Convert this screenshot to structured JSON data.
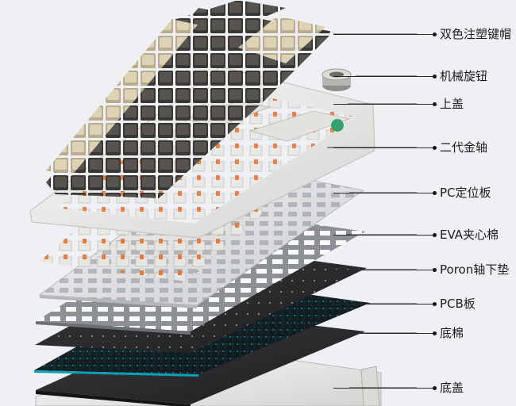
{
  "components": [
    {
      "id": "keycaps",
      "label": "双色注塑键帽"
    },
    {
      "id": "knob",
      "label": "机械旋钮"
    },
    {
      "id": "top-case",
      "label": "上盖"
    },
    {
      "id": "switches",
      "label": "二代金轴"
    },
    {
      "id": "plate",
      "label": "PC定位板"
    },
    {
      "id": "eva-foam",
      "label": "EVA夹心棉"
    },
    {
      "id": "poron-pad",
      "label": "Poron轴下垫"
    },
    {
      "id": "pcb",
      "label": "PCB板"
    },
    {
      "id": "bottom-foam",
      "label": "底棉"
    },
    {
      "id": "bottom-case",
      "label": "底盖"
    }
  ],
  "colors": {
    "background": "#eef0f3",
    "keycap_dark": "#3a3835",
    "keycap_beige": "#cfc3a4",
    "switch_accent": "#e2783a",
    "pcb_glow": "#23b3c9",
    "text": "#1c1c1c"
  }
}
